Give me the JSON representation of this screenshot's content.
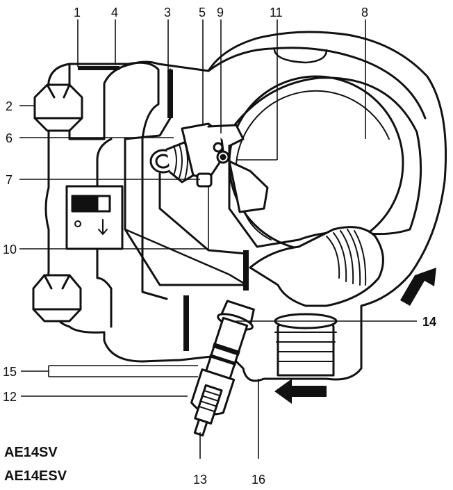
{
  "callouts": {
    "c1": "1",
    "c2": "2",
    "c3": "3",
    "c4": "4",
    "c5": "5",
    "c6": "6",
    "c7": "7",
    "c8": "8",
    "c9": "9",
    "c10": "10",
    "c11": "11",
    "c12": "12",
    "c13": "13",
    "c14": "14",
    "c15": "15",
    "c16": "16"
  },
  "models": [
    "AE14SV",
    "AE14ESV"
  ],
  "colors": {
    "line": "#111111",
    "fill": "#ffffff",
    "shade": "#222222"
  }
}
